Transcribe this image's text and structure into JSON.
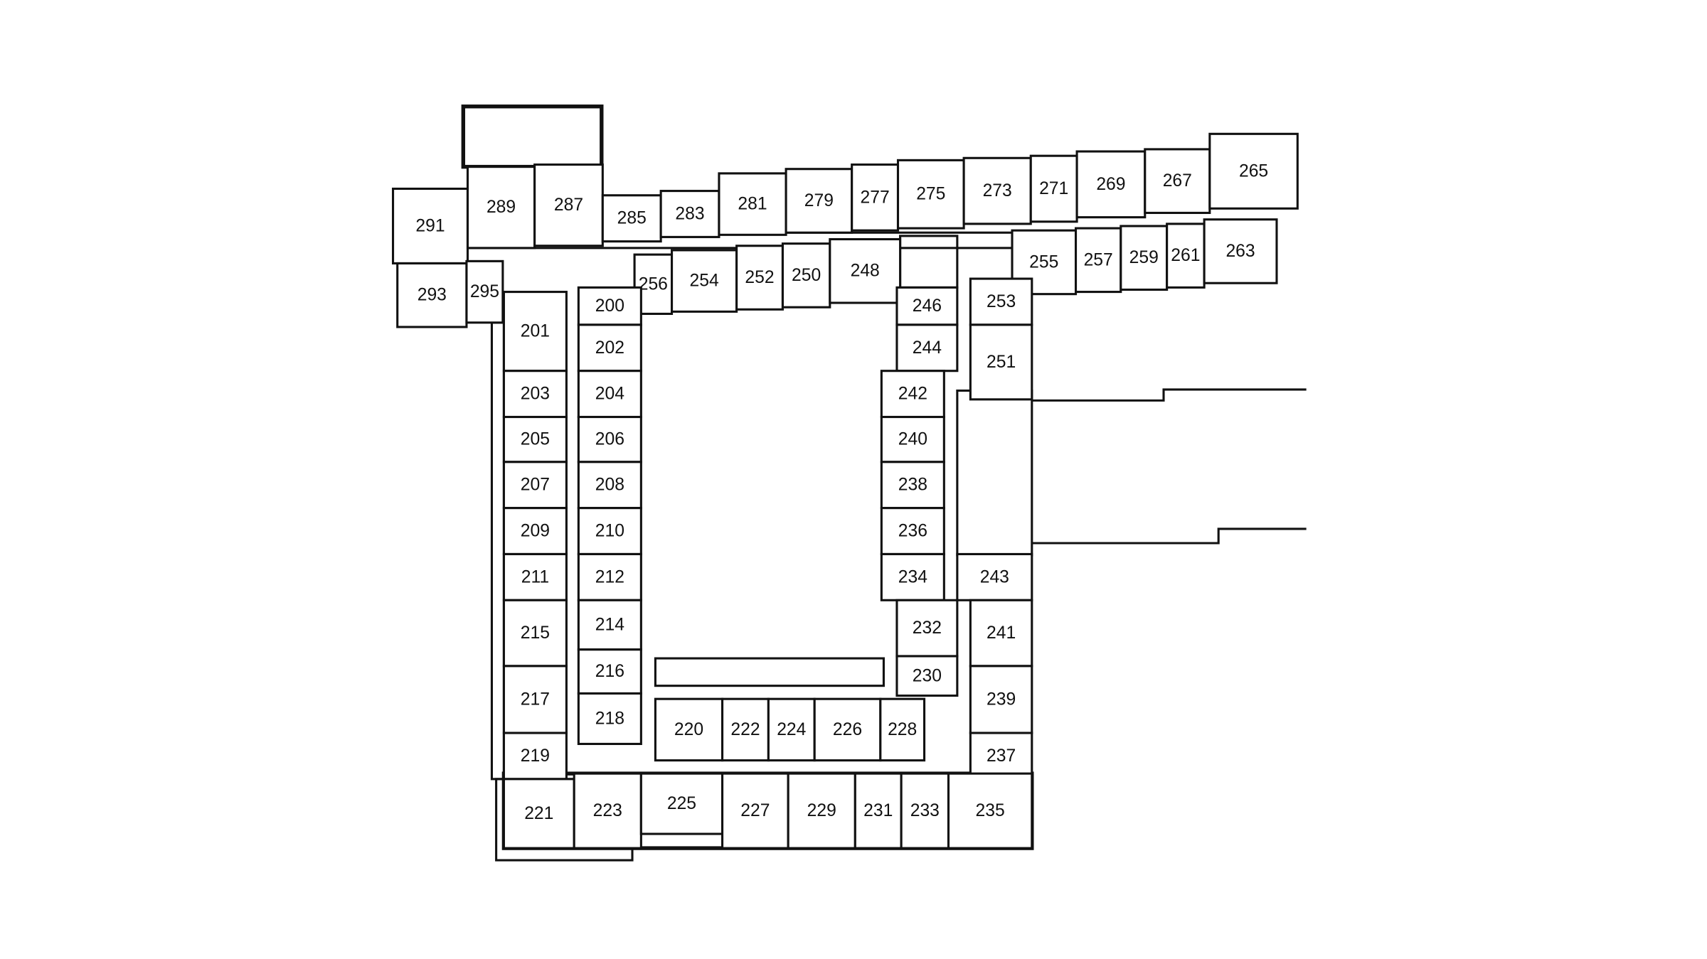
{
  "floor_plan": {
    "rooms": [
      "291",
      "289",
      "287",
      "285",
      "283",
      "281",
      "279",
      "277",
      "275",
      "273",
      "271",
      "269",
      "267",
      "265",
      "293",
      "295",
      "256",
      "254",
      "252",
      "250",
      "248",
      "255",
      "257",
      "259",
      "261",
      "263",
      "201",
      "203",
      "205",
      "207",
      "209",
      "211",
      "215",
      "217",
      "219",
      "221",
      "200",
      "202",
      "204",
      "206",
      "208",
      "210",
      "212",
      "214",
      "216",
      "218",
      "220",
      "222",
      "224",
      "226",
      "228",
      "246",
      "244",
      "242",
      "240",
      "238",
      "236",
      "234",
      "232",
      "230",
      "253",
      "251",
      "243",
      "241",
      "239",
      "237",
      "223",
      "225",
      "227",
      "229",
      "231",
      "233",
      "235"
    ],
    "colors": {
      "stroke": "#111111",
      "background": "#ffffff"
    }
  }
}
